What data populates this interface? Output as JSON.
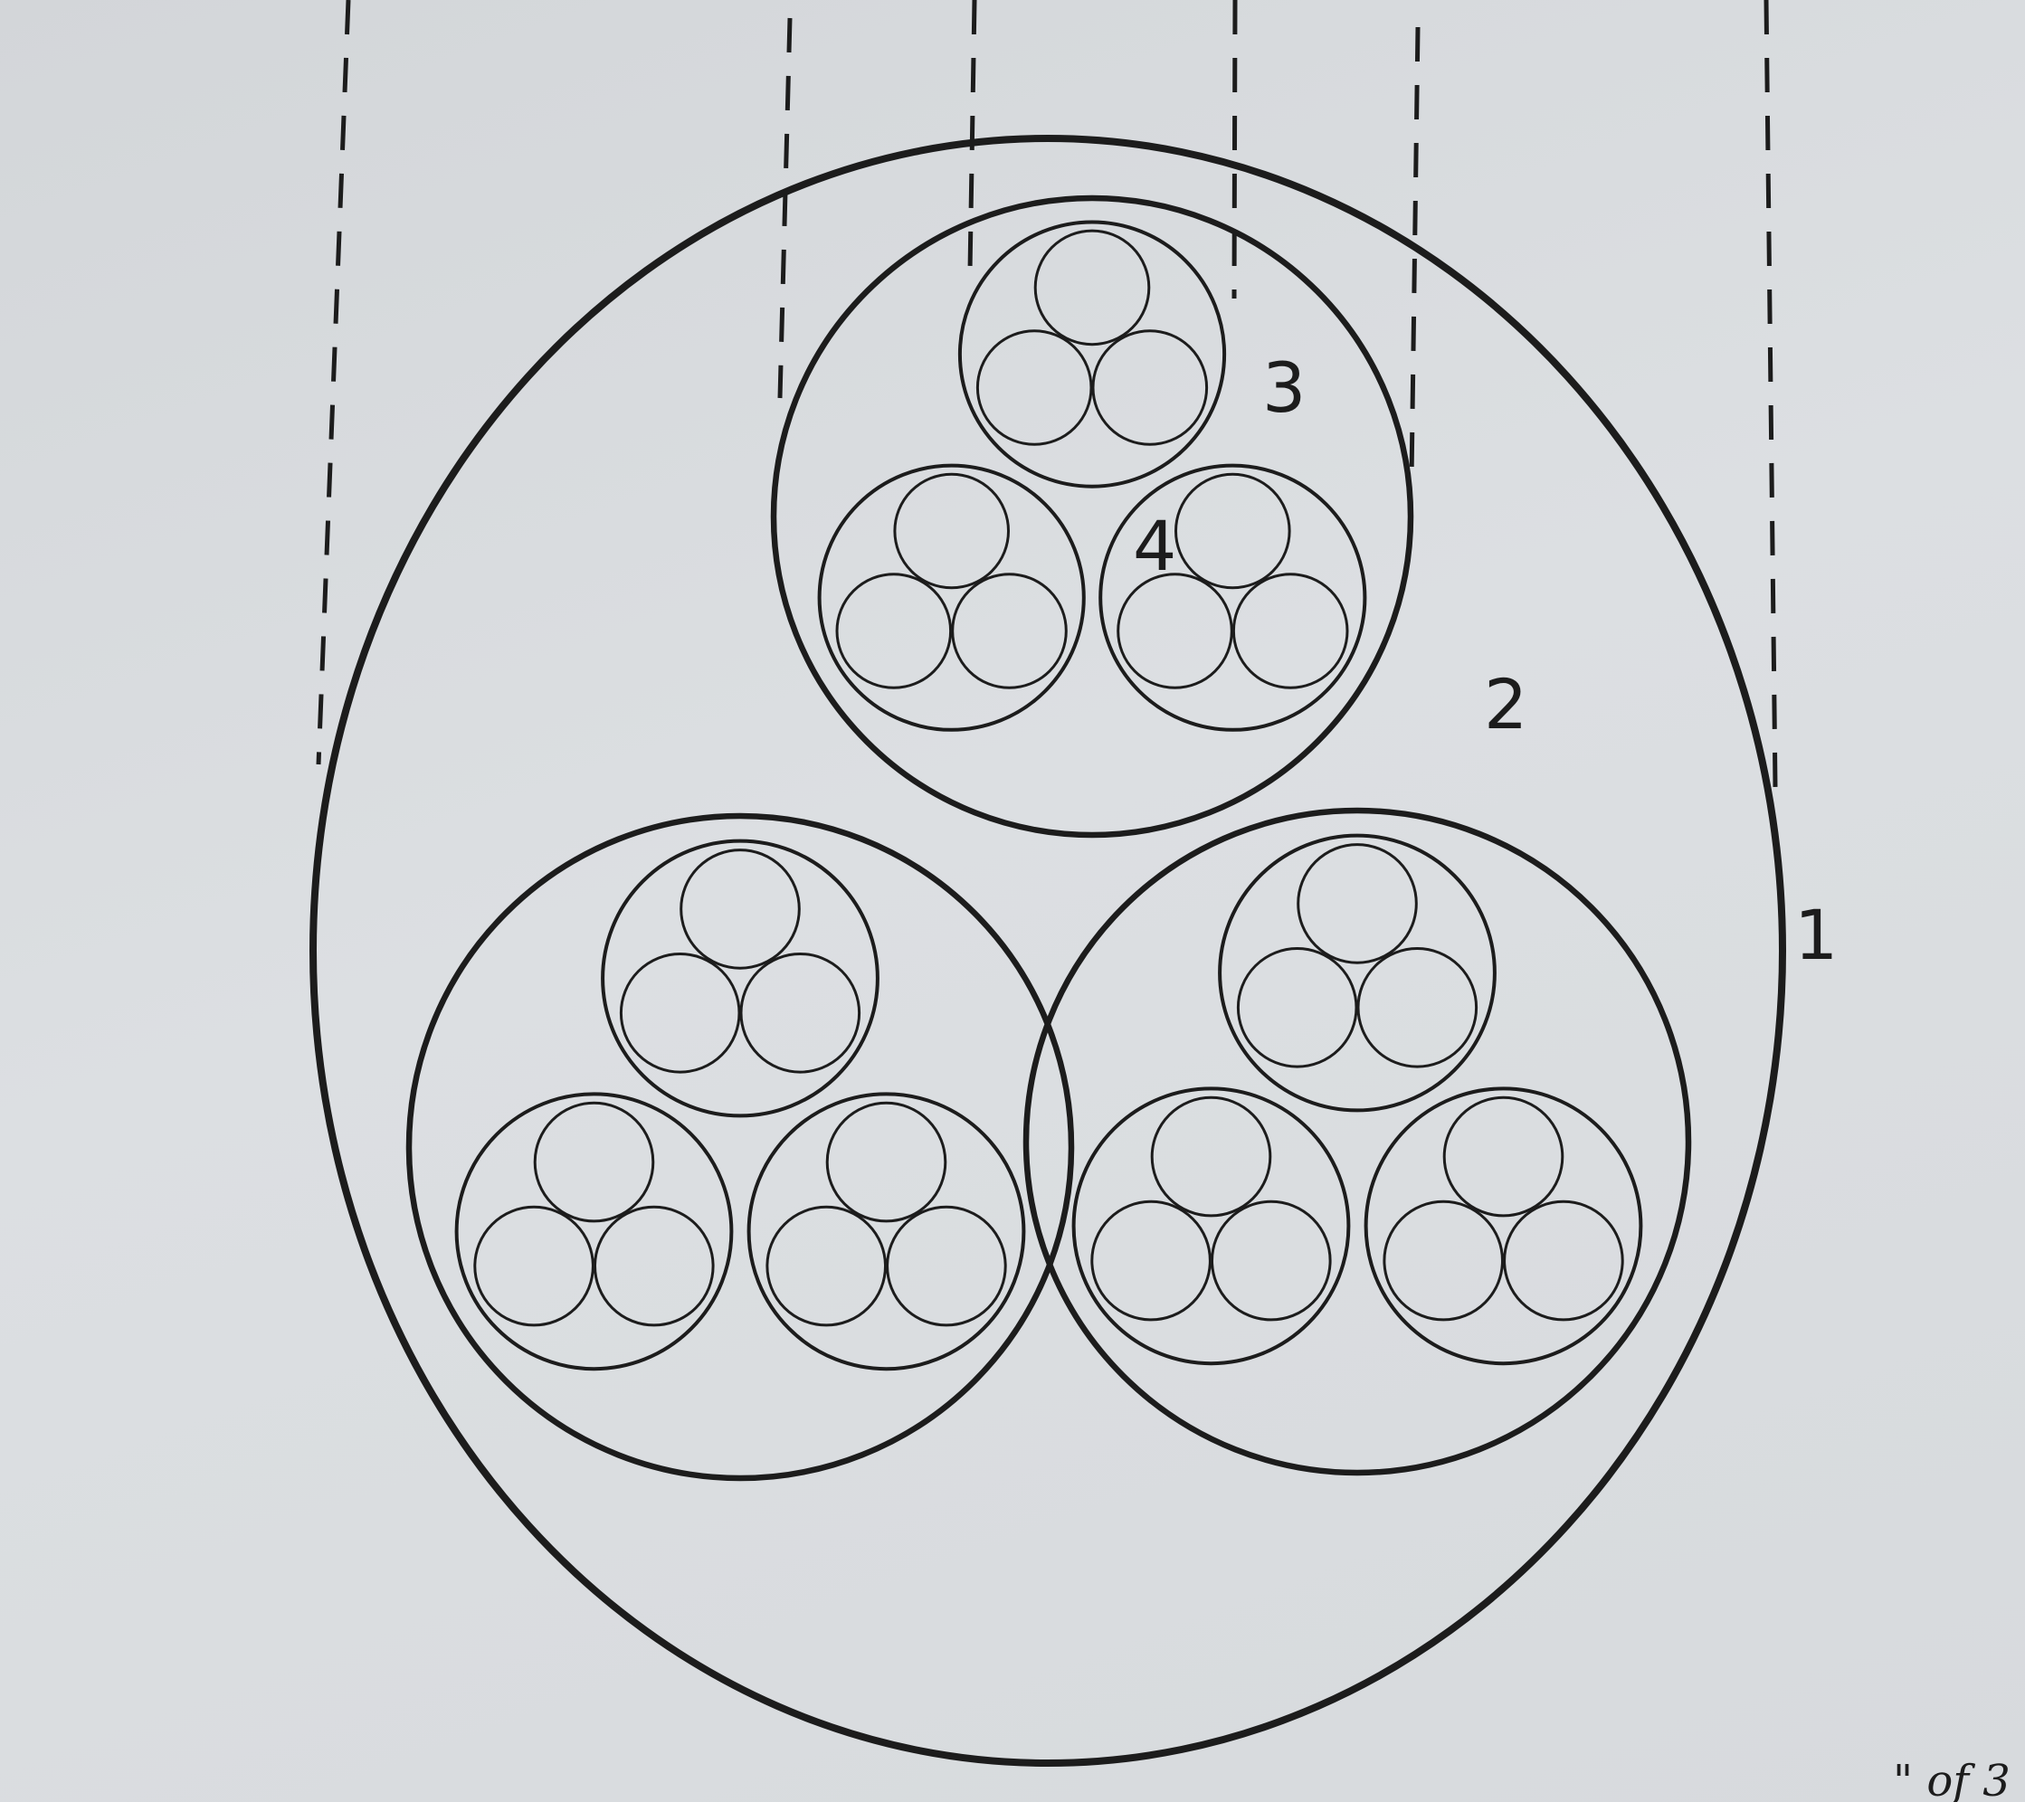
{
  "diagram": {
    "type": "nested-circles",
    "stroke_color": "#1c1c1c",
    "paper_color": "#d6d9dc",
    "labels": {
      "level_1": "1",
      "level_2": "2",
      "level_3": "3",
      "level_4": "4"
    },
    "corner_text": "\" of 3"
  }
}
